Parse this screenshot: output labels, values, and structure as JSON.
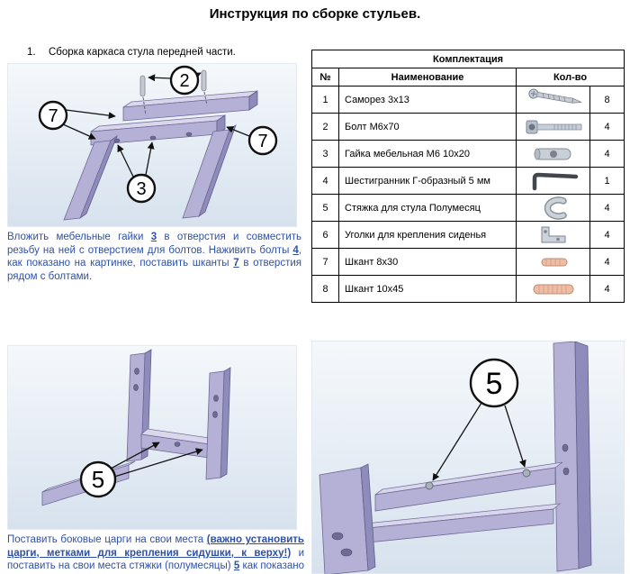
{
  "title": "Инструкция по сборке стульев.",
  "step1": {
    "number": "1.",
    "heading": "Сборка каркаса стула передней части.",
    "instruction": {
      "p0": "Вложить мебельные гайки ",
      "n1": "3",
      "p1": " в отверстия и совместить резьбу на ней с отверстием для болтов. Наживить болты ",
      "n2": "4",
      "p2": ", как показано на картинке, поставить шканты ",
      "n3": "7",
      "p3": " в отверстия рядом с болтами."
    },
    "callouts": {
      "bolt": "2",
      "dowel_left": "7",
      "nut": "3",
      "dowel_right": "7"
    }
  },
  "parts_table": {
    "title": "Комплектация",
    "col_num": "№",
    "col_name": "Наименование",
    "col_qty": "Кол-во",
    "rows": [
      {
        "num": "1",
        "name": "Саморез 3х13",
        "icon": "screw-icon",
        "qty": "8"
      },
      {
        "num": "2",
        "name": "Болт  М6х70",
        "icon": "bolt-icon",
        "qty": "4"
      },
      {
        "num": "3",
        "name": "Гайка мебельная М6 10х20",
        "icon": "barrel-nut-icon",
        "qty": "4"
      },
      {
        "num": "4",
        "name": "Шестигранник Г-образный 5 мм",
        "icon": "hex-key-icon",
        "qty": "1"
      },
      {
        "num": "5",
        "name": "Стяжка для стула Полумесяц",
        "icon": "half-moon-bracket-icon",
        "qty": "4"
      },
      {
        "num": "6",
        "name": "Уголки для крепления сиденья",
        "icon": "corner-bracket-icon",
        "qty": "4"
      },
      {
        "num": "7",
        "name": "Шкант 8х30",
        "icon": "dowel-icon",
        "qty": "4"
      },
      {
        "num": "8",
        "name": "Шкант 10х45",
        "icon": "dowel-icon",
        "qty": "4"
      }
    ]
  },
  "step2": {
    "instruction": {
      "p0": "Поставить боковые царги на свои места ",
      "b1": "(важно установить царги, метками для крепления сидушки, к верху!)",
      "p1": " и поставить на свои места стяжки (полумесяцы) ",
      "n2": "5",
      "p2": " как показано на картинке и подтянуть болты."
    },
    "callout": "5"
  },
  "diagram3": {
    "callout": "5"
  },
  "colors": {
    "instruction_text": "#2e51a5",
    "part_lavender": "#b5b1d6",
    "dowel_tan": "#edbda6"
  }
}
